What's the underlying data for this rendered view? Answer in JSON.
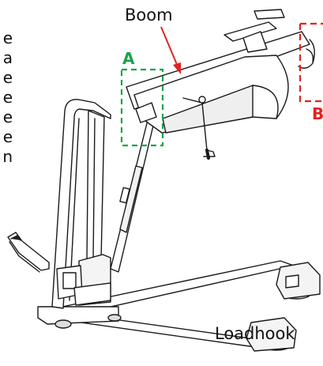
{
  "labels": {
    "boom": "Boom",
    "detail_a": "A",
    "detail_b": "B",
    "load_hook": "Loadhook"
  },
  "side_text_fragments": [
    "e",
    "a",
    "e",
    "e",
    "e",
    "e",
    "n"
  ],
  "colors": {
    "detail_a": "#1aa34a",
    "detail_b": "#e0241f",
    "boom_pointer": "#e0241f",
    "line": "#1a1a1a"
  }
}
